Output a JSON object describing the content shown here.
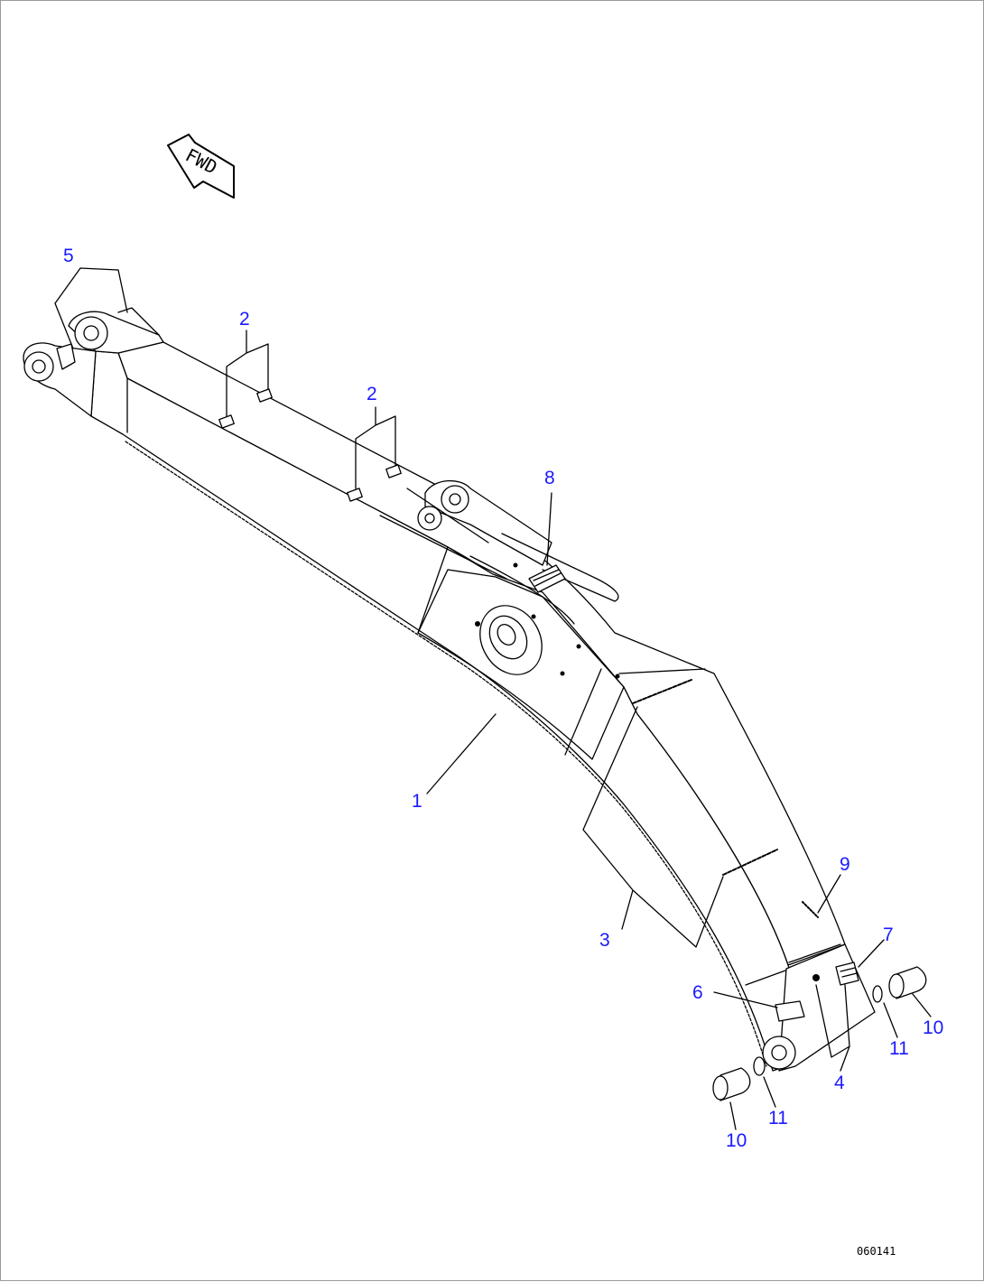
{
  "direction_arrow": {
    "label": "FWD",
    "icon": "fwd-arrow-icon"
  },
  "callouts": {
    "c1": "1",
    "c2a": "2",
    "c2b": "2",
    "c3": "3",
    "c4": "4",
    "c5": "5",
    "c6": "6",
    "c7": "7",
    "c8": "8",
    "c9": "9",
    "c10a": "10",
    "c10b": "10",
    "c11a": "11",
    "c11b": "11"
  },
  "drawing_number": "060141",
  "colors": {
    "callout": "#1a1aff",
    "line": "#000000",
    "background": "#ffffff",
    "frame": "#9a9a9a"
  }
}
